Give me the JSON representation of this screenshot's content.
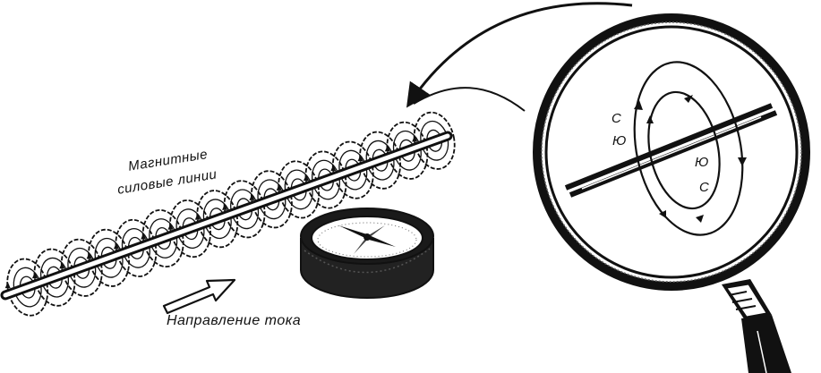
{
  "labels": {
    "magnetic_lines_line1": "Магнитные",
    "magnetic_lines_line2": "силовые линии",
    "current_direction": "Направление тока"
  },
  "poles": {
    "s1": "С",
    "n1": "Ю",
    "n2": "Ю",
    "s2": "С"
  },
  "colors": {
    "ink": "#111111",
    "paper": "#ffffff"
  }
}
